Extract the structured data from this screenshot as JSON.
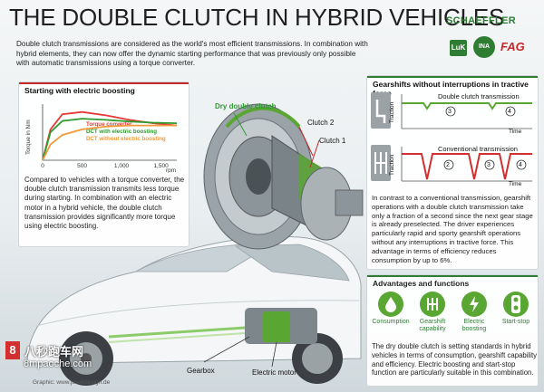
{
  "title": "THE DOUBLE CLUTCH IN HYBRID VEHICLES",
  "intro": "Double clutch transmissions are considered as the world's most efficient transmissions. In combination with hybrid elements, they can now offer the dynamic starting performance that was previously only possible with automatic transmissions using a torque converter.",
  "brand": {
    "name": "SCHAEFFLER",
    "luk": "LuK",
    "ina": "INA",
    "fag": "FAG",
    "colors": {
      "green": "#2e7d32",
      "red": "#c62828"
    }
  },
  "left_panel": {
    "title": "Starting with electric boosting",
    "text": "Compared to vehicles with a torque converter, the double clutch transmission transmits less torque during starting. In combination with an electric motor in a hybrid vehicle, the double clutch transmission provides significantly more torque using electric boosting."
  },
  "chart_data": {
    "type": "line",
    "ylabel": "Torque in Nm",
    "xlabel": "rpm",
    "x_ticks": [
      "0",
      "500",
      "1,000",
      "1,500"
    ],
    "xlim": [
      0,
      1700
    ],
    "series": [
      {
        "name": "Torque converter",
        "color": "#e53935",
        "x": [
          0,
          100,
          250,
          500,
          800,
          1100,
          1400,
          1700
        ],
        "y": [
          0.0,
          0.55,
          0.82,
          0.86,
          0.8,
          0.72,
          0.66,
          0.62
        ]
      },
      {
        "name": "DCT with electric boosting",
        "color": "#2e9a2e",
        "x": [
          0,
          100,
          250,
          500,
          800,
          1100,
          1400,
          1700
        ],
        "y": [
          0.0,
          0.5,
          0.7,
          0.74,
          0.72,
          0.69,
          0.67,
          0.66
        ]
      },
      {
        "name": "DCT without electric boosting",
        "color": "#f29a3a",
        "x": [
          0,
          100,
          250,
          500,
          800,
          1100,
          1400,
          1700
        ],
        "y": [
          0.0,
          0.28,
          0.45,
          0.55,
          0.6,
          0.62,
          0.62,
          0.62
        ]
      }
    ]
  },
  "right_panel": {
    "title": "Gearshifts without interruptions in tractive force",
    "diagram1": {
      "title": "Double clutch transmission",
      "gear_a": "3",
      "gear_b": "4",
      "ylabel": "Traction",
      "xlabel": "Time"
    },
    "diagram2": {
      "title": "Conventional transmission",
      "gear_a": "2",
      "gear_b": "3",
      "gear_c": "4",
      "ylabel": "Traction",
      "xlabel": "Time"
    },
    "text": "In contrast to a conventional transmission, gearshift operations with a double clutch transmission take only a fraction of a second since the next gear stage is already preselected. The driver experiences particularly rapid and sporty gearshift operations without any interruptions in tractive force. This advantage in terms of efficiency reduces consumption by up to 6%."
  },
  "advantages": {
    "title": "Advantages and functions",
    "items": [
      {
        "icon": "drop-icon",
        "label": "Consumption"
      },
      {
        "icon": "gearshift-icon",
        "label": "Gearshift capability"
      },
      {
        "icon": "lightning-icon",
        "label": "Electric boosting"
      },
      {
        "icon": "traffic-light-icon",
        "label": "Start-stop"
      }
    ],
    "text": "The dry double clutch is setting standards in hybrid vehicles in terms of consumption, gearshift capability and efficiency. Electric boosting and start-stop function are particularly suitable in this combination."
  },
  "illustration": {
    "dry_double_clutch": "Dry double clutch",
    "clutch2": "Clutch 2",
    "clutch1": "Clutch 1",
    "gearbox": "Gearbox",
    "electric_motor": "Electric motor"
  },
  "watermark": {
    "box": "8",
    "cn": "八秒跑车网",
    "url": "8mpaoche.com"
  },
  "credit": "Graphic: www.josekdesign.de"
}
